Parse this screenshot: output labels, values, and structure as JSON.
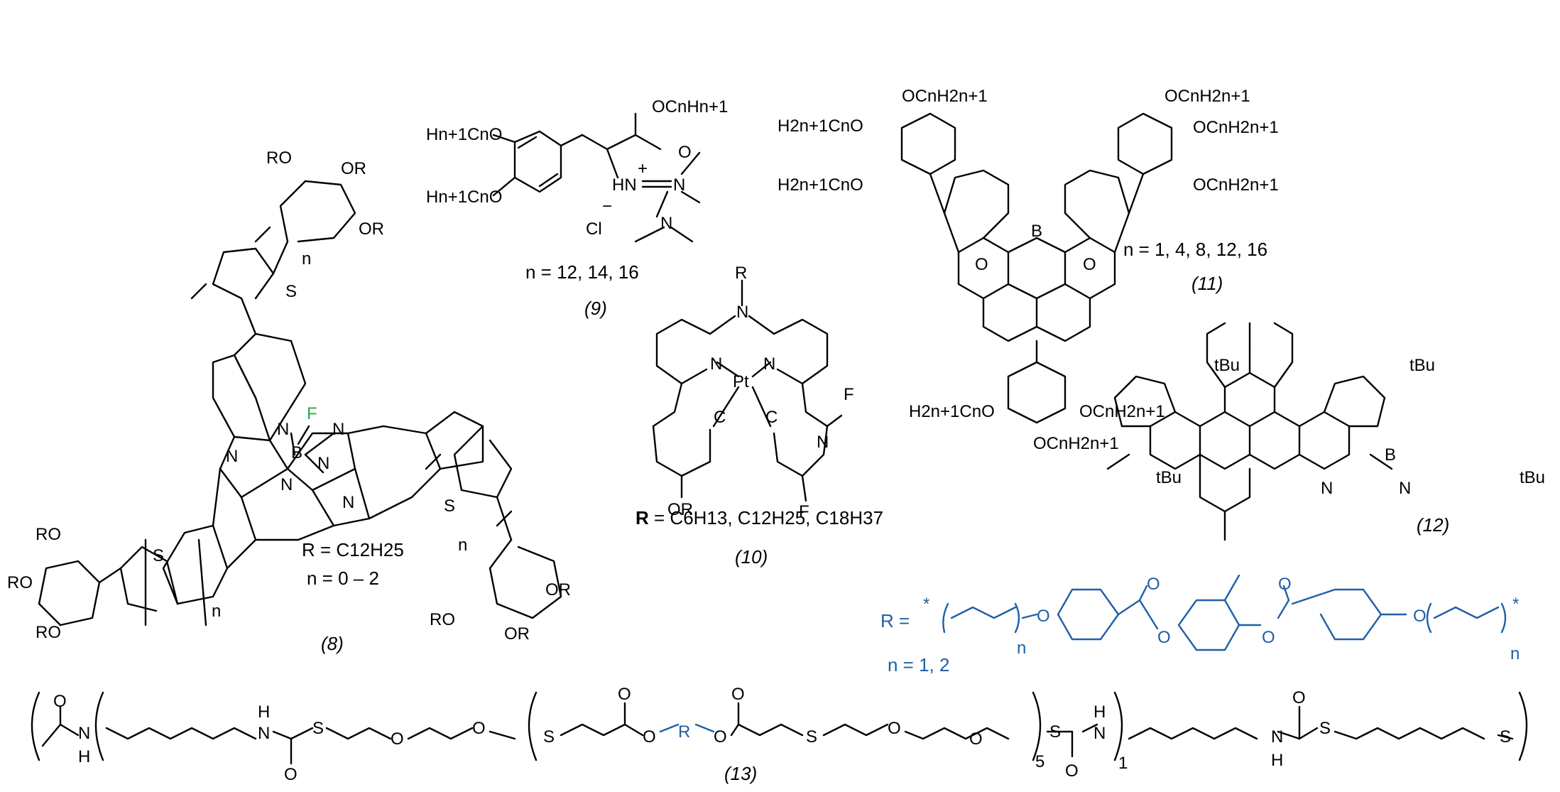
{
  "colors": {
    "ink": "#000000",
    "accent_blue": "#1f5fa6",
    "fluorine_green": "#2aa84a",
    "background": "#ffffff"
  },
  "compound_8": {
    "label": "(8)",
    "r_def": "R = C12H25",
    "n_def": "n = 0 – 2",
    "substituent": "RO",
    "substituent_right": "OR",
    "atoms": {
      "n": "N",
      "s": "S",
      "b": "B",
      "f": "F",
      "repeat": "n"
    }
  },
  "compound_9": {
    "label": "(9)",
    "n_def": "n = 12, 14, 16",
    "chain_left": "Hn+1CnO",
    "chain_top": "OCnHn+1",
    "counter_ion": "Cl",
    "atoms": {
      "hn": "HN",
      "n": "N",
      "o": "O",
      "plus": "+",
      "minus": "−"
    }
  },
  "compound_10": {
    "label": "(10)",
    "r_prefix": "R",
    "r_def": " = C6H13, C12H25, C18H37",
    "atoms": {
      "r": "R",
      "n": "N",
      "pt": "Pt",
      "c": "C",
      "f": "F",
      "or": "OR"
    }
  },
  "compound_11": {
    "label": "(11)",
    "n_def": "n = 1, 4, 8, 12, 16",
    "chain_left": "H2n+1CnO",
    "chain_right": "OCnH2n+1",
    "atoms": {
      "b": "B",
      "o": "O"
    }
  },
  "compound_12": {
    "label": "(12)",
    "tbu": "tBu",
    "atoms": {
      "b": "B",
      "n": "N"
    }
  },
  "r_group": {
    "lead": "R =",
    "n_def": "n = 1, 2",
    "atoms": {
      "o": "O",
      "star": "*",
      "n": "n"
    }
  },
  "compound_13": {
    "label": "(13)",
    "subscript_5": "5",
    "subscript_1": "1",
    "atoms": {
      "o": "O",
      "n": "N",
      "h": "H",
      "s": "S",
      "r": "R"
    }
  }
}
